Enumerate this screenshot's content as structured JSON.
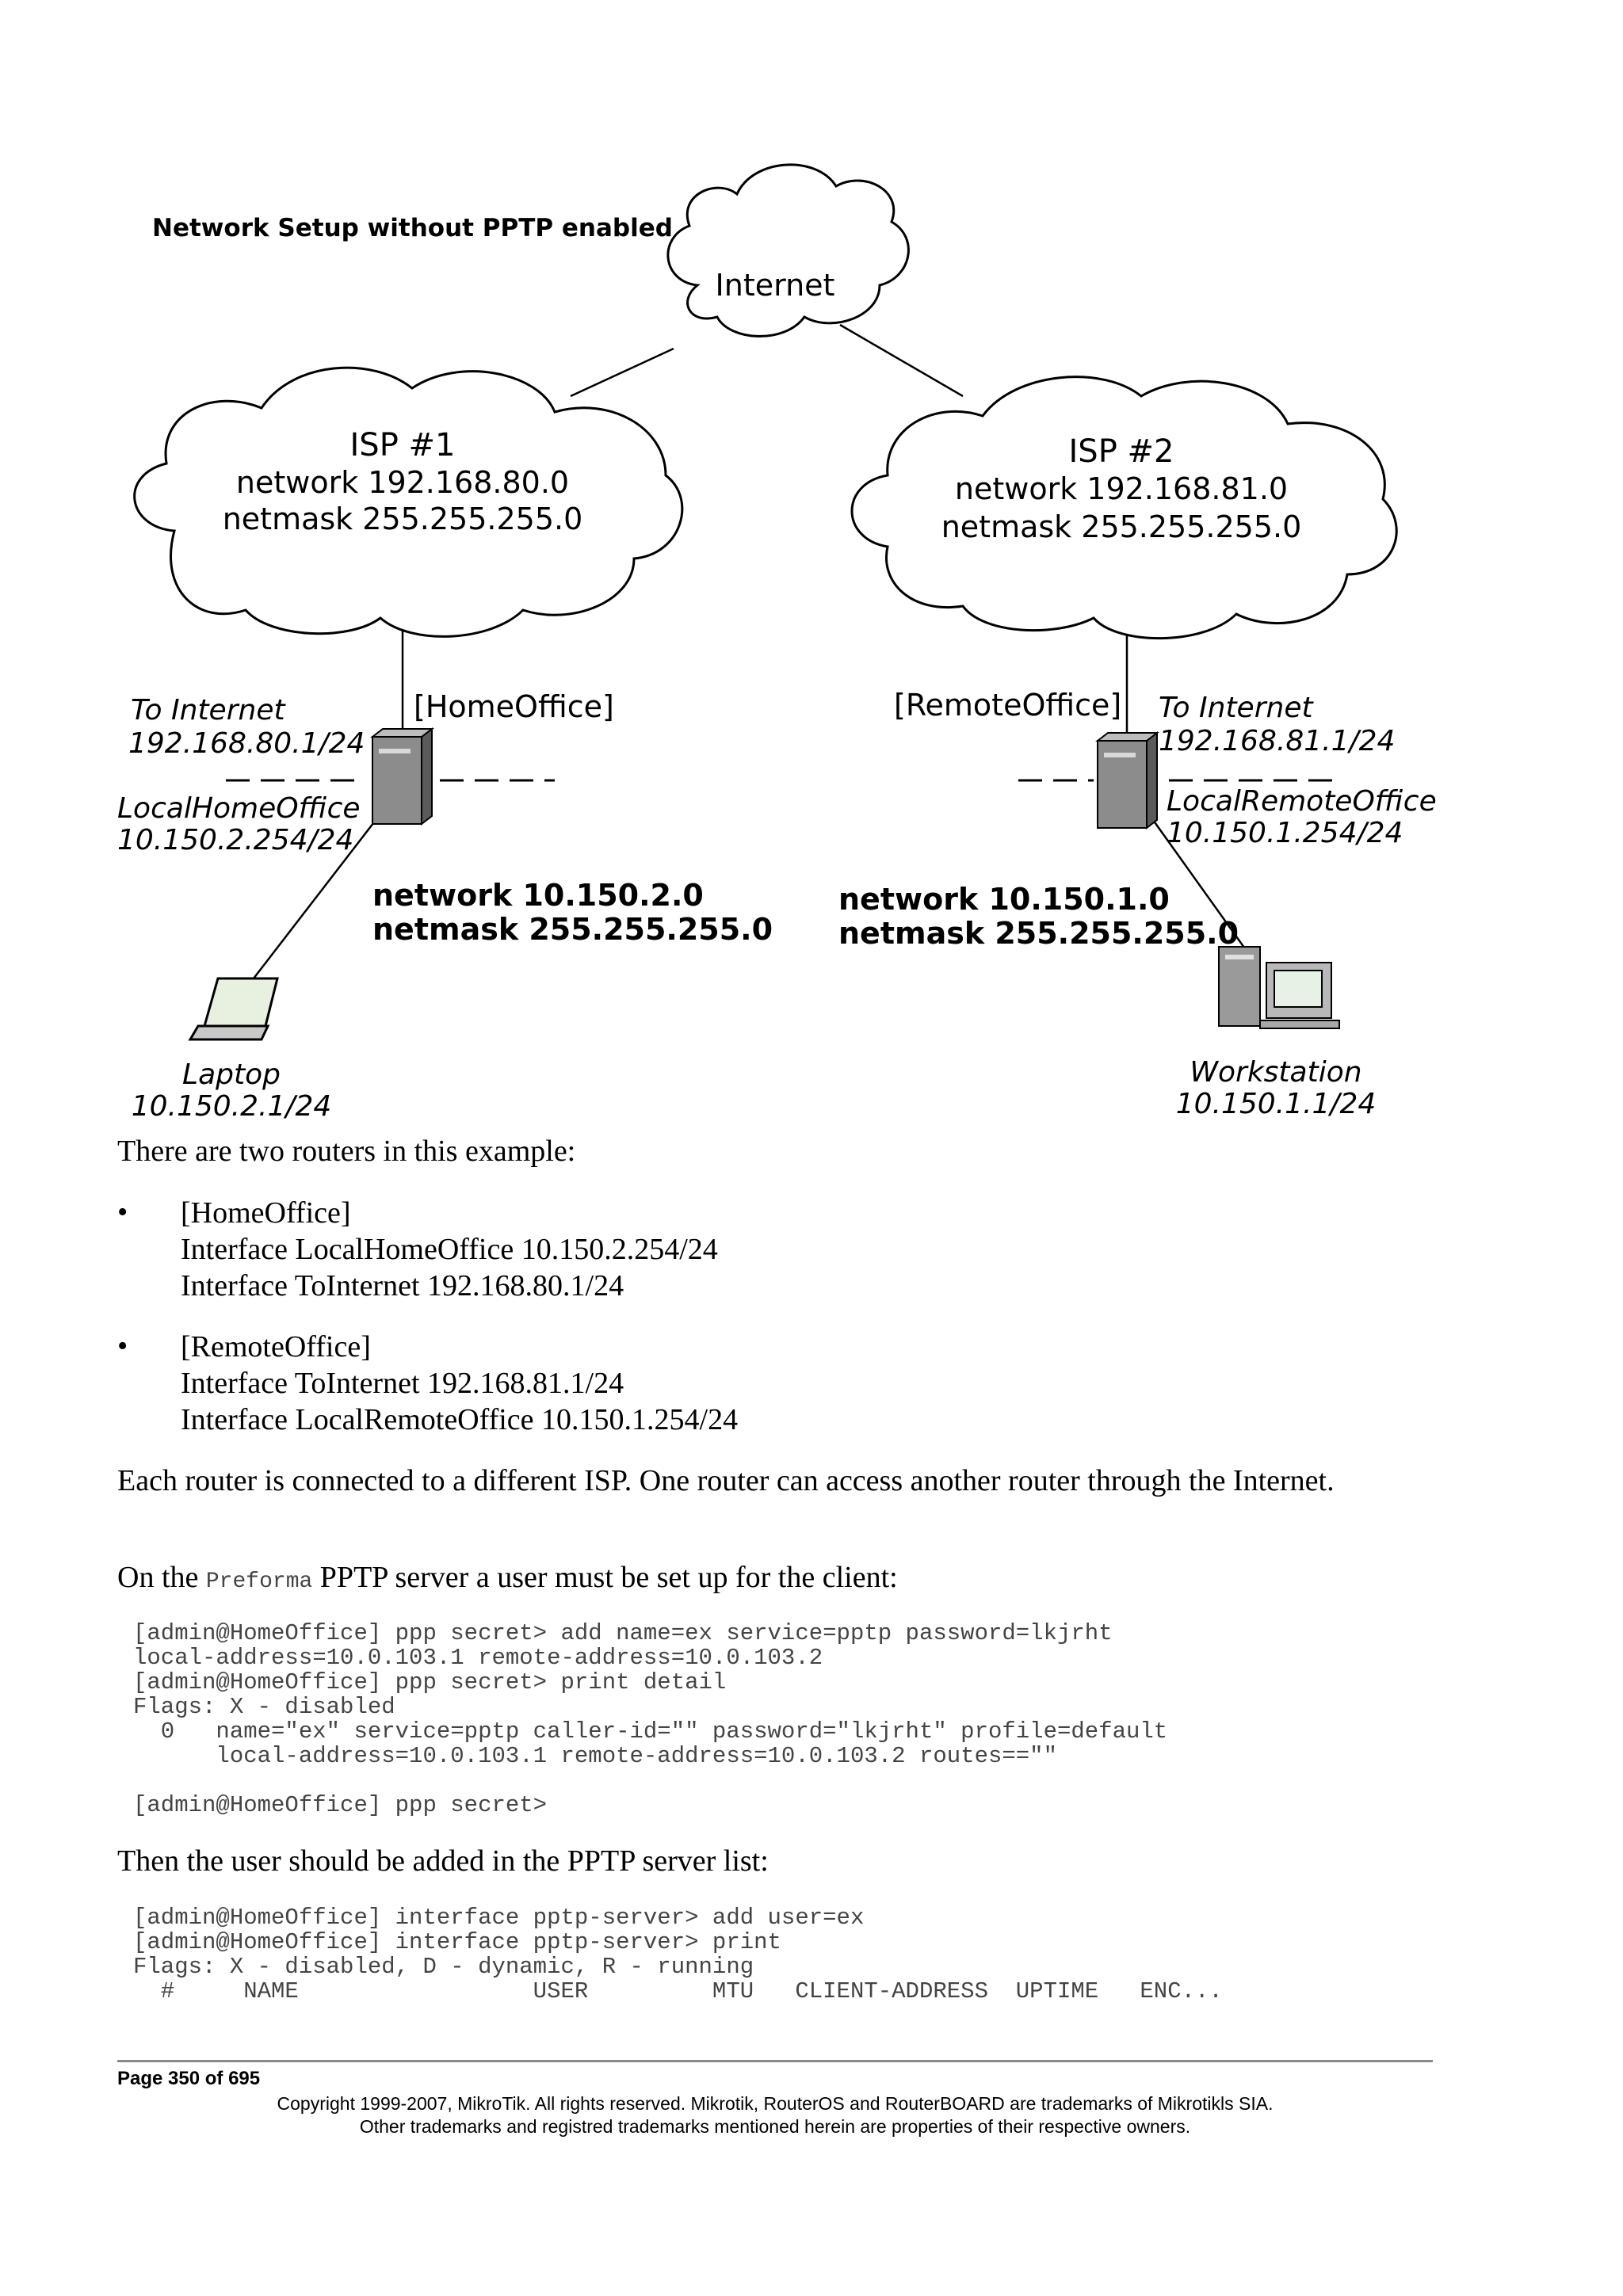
{
  "diagram": {
    "title": "Network Setup without PPTP enabled",
    "internet": "Internet",
    "isp1": {
      "name": "ISP #1",
      "network": "network 192.168.80.0",
      "netmask": "netmask 255.255.255.0"
    },
    "isp2": {
      "name": "ISP #2",
      "network": "network 192.168.81.0",
      "netmask": "netmask 255.255.255.0"
    },
    "home": {
      "router": "[HomeOffice]",
      "to_internet": "To Internet",
      "to_internet_ip": "192.168.80.1/24",
      "local": "LocalHomeOffice",
      "local_ip": "10.150.2.254/24",
      "lan_network": "network 10.150.2.0",
      "lan_netmask": "netmask 255.255.255.0",
      "host": "Laptop",
      "host_ip": "10.150.2.1/24"
    },
    "remote": {
      "router": "[RemoteOffice]",
      "to_internet": "To Internet",
      "to_internet_ip": "192.168.81.1/24",
      "local": "LocalRemoteOffice",
      "local_ip": "10.150.1.254/24",
      "lan_network": "network 10.150.1.0",
      "lan_netmask": "netmask 255.255.255.0",
      "host": "Workstation",
      "host_ip": "10.150.1.1/24"
    }
  },
  "text": {
    "intro": "There are two routers in this example:",
    "bullet_symbol": "•",
    "bullet1": [
      "[HomeOffice]",
      "Interface LocalHomeOffice 10.150.2.254/24",
      "Interface ToInternet 192.168.80.1/24"
    ],
    "bullet2": [
      "[RemoteOffice]",
      "Interface ToInternet 192.168.81.1/24",
      "Interface LocalRemoteOffice 10.150.1.254/24"
    ],
    "para1": "Each router is connected to a different ISP. One router can access another router through the Internet.",
    "para2_before": "On the ",
    "para2_code": "Preforma",
    "para2_after": " PPTP server a user must be set up for the client:",
    "code1": "[admin@HomeOffice] ppp secret> add name=ex service=pptp password=lkjrht\nlocal-address=10.0.103.1 remote-address=10.0.103.2\n[admin@HomeOffice] ppp secret> print detail\nFlags: X - disabled\n  0   name=\"ex\" service=pptp caller-id=\"\" password=\"lkjrht\" profile=default\n      local-address=10.0.103.1 remote-address=10.0.103.2 routes==\"\"\n\n[admin@HomeOffice] ppp secret>",
    "para3": "Then the user should be added in the PPTP server list:",
    "code2": "[admin@HomeOffice] interface pptp-server> add user=ex\n[admin@HomeOffice] interface pptp-server> print\nFlags: X - disabled, D - dynamic, R - running\n  #     NAME                 USER         MTU   CLIENT-ADDRESS  UPTIME   ENC..."
  },
  "footer": {
    "page": "Page 350 of 695",
    "copyright1": "Copyright 1999-2007, MikroTik. All rights reserved. Mikrotik, RouterOS and RouterBOARD are trademarks of Mikrotikls SIA.",
    "copyright2": "Other trademarks and registred trademarks mentioned herein are properties of their respective owners."
  }
}
